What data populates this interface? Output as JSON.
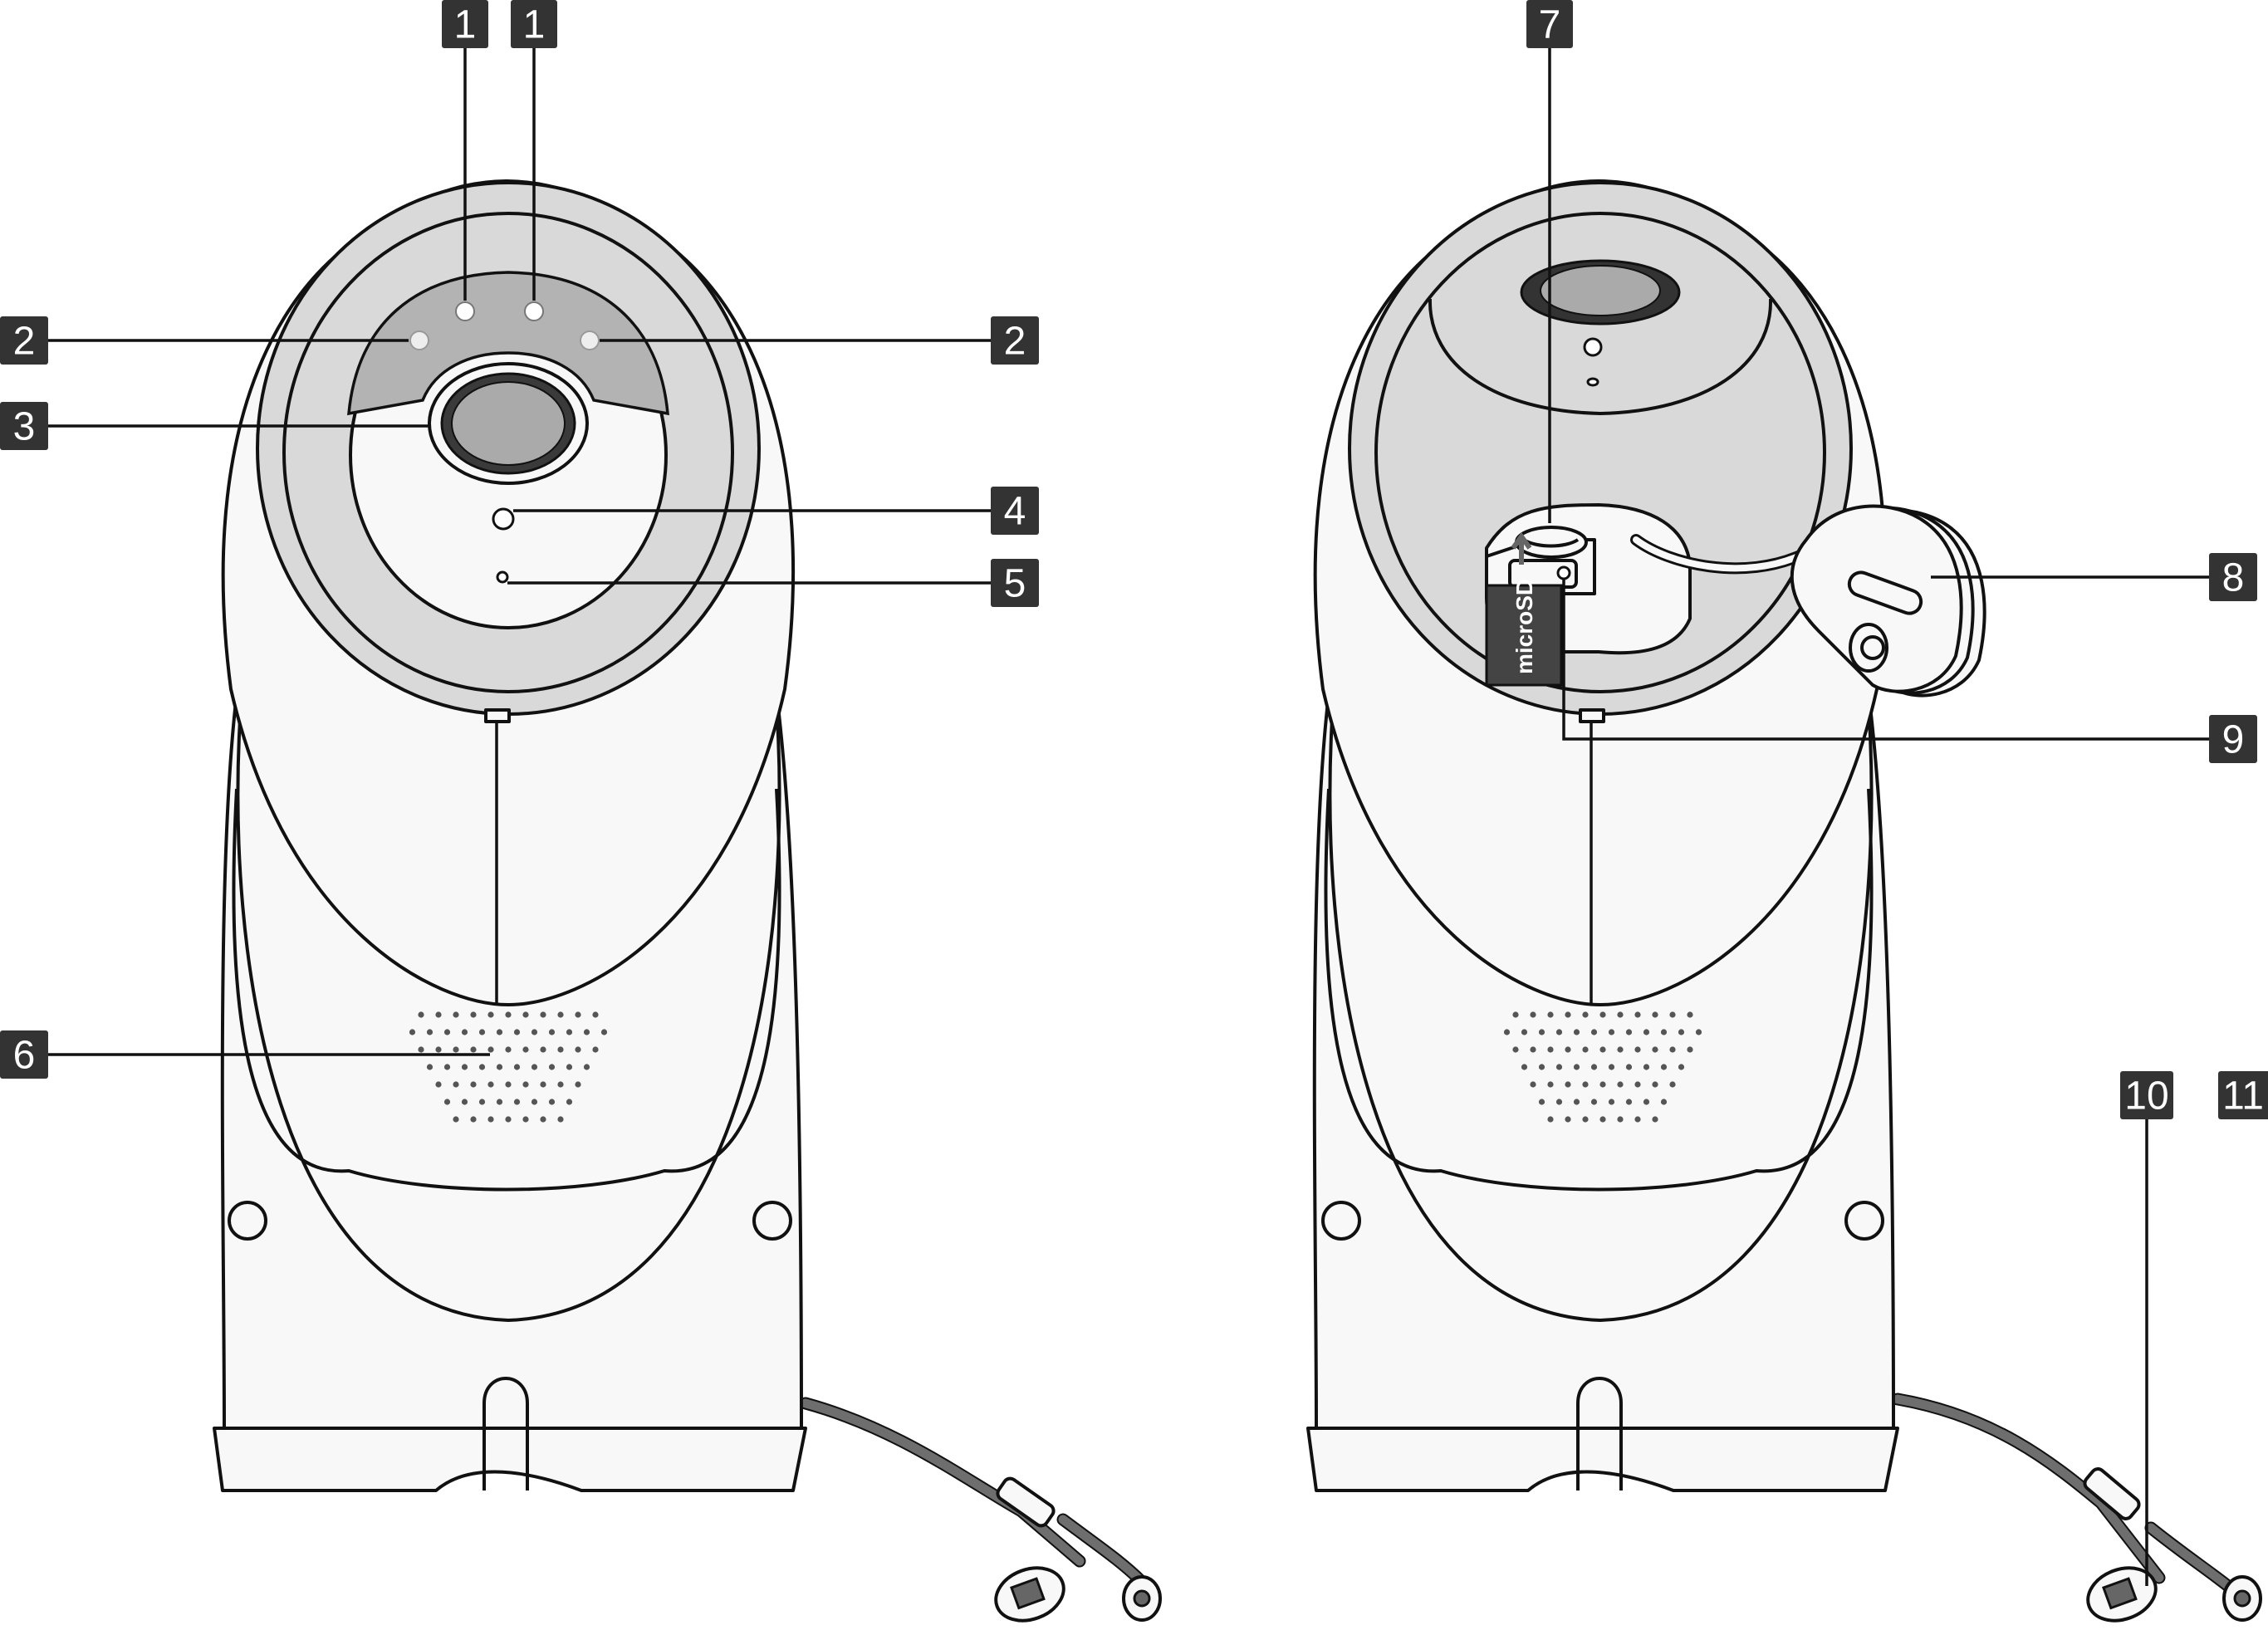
{
  "labels": {
    "lens_led_left": "1",
    "lens_led_right": "1",
    "ir_led_left": "2",
    "ir_led_right": "2",
    "lens": "3",
    "light_sensor": "4",
    "microphone": "5",
    "speaker": "6",
    "reset_button": "7",
    "cover": "8",
    "microsd_slot": "9",
    "ethernet_port": "10",
    "power_port": "11"
  },
  "microsd_label": "microSD",
  "colors": {
    "badge": "#333333",
    "body": "#f7f8f7",
    "face": "#d9d9d9",
    "cable": "#6e6e6e"
  }
}
